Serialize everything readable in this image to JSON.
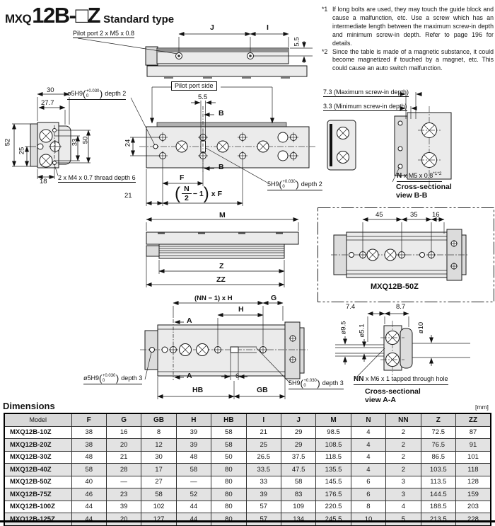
{
  "header": {
    "brand": "MXQ",
    "model_big": "12B-",
    "square": "□",
    "model_end": "Z",
    "subtitle": "Standard type"
  },
  "notes": [
    {
      "marker": "*1",
      "text": "If long bolts are used, they may touch the guide block and cause a malfunction, etc. Use a screw which has an intermediate length between the maximum screw-in depth and minimum screw-in depth. Refer to page 196 for details."
    },
    {
      "marker": "*2",
      "text": "Since the table is made of a magnetic substance, it could become magnetized if touched by a magnet, etc. This could cause an auto switch malfunction."
    }
  ],
  "labels": {
    "pilot_port": "Pilot port 2 x M5 x 0.8",
    "J": "J",
    "I": "I",
    "d5_5_top": "5.5",
    "d30": "30",
    "d27_7": "27.7",
    "d52": "52",
    "d25": "25",
    "d33": "33",
    "d50": "50",
    "d18": "18",
    "thread_m4": "2 x M4 x 0.7 thread depth 6",
    "pilot_port_side": "Pilot port side",
    "d5_5_plan": "5.5",
    "B": "B",
    "d24": "24",
    "F": "F",
    "d21": "21",
    "formula": {
      "open": "(",
      "num": "N",
      "den": "2",
      "rest": "− 1",
      "close": ")",
      "times": "x",
      "F": "F"
    },
    "bore_d2": {
      "pre": "ø5H9",
      "lp": "(",
      "tol_top": "+0.030",
      "tol_bot": "0",
      "rp": ")",
      "suf": "depth 2"
    },
    "key_d2": {
      "pre": "5H9",
      "lp": "(",
      "tol_top": "+0.030",
      "tol_bot": "0",
      "rp": ")",
      "suf": "depth 2"
    },
    "bore_d3": {
      "pre": "ø5H9",
      "lp": "(",
      "tol_top": "+0.030",
      "tol_bot": "0",
      "rp": ")",
      "suf": "depth 3"
    },
    "key_d3": {
      "pre": "5H9",
      "lp": "(",
      "tol_top": "+0.030",
      "tol_bot": "0",
      "rp": ")",
      "suf": "depth 3"
    },
    "bb": {
      "max": "7.3 (Maximum screw-in depth)",
      "min": "3.3 (Minimum screw-in depth)",
      "n": "N",
      "n_rest": " x M5 x 0.8",
      "n_sup": "*1*2",
      "cap1": "Cross-sectional",
      "cap2": "view B-B"
    },
    "side": {
      "M": "M",
      "Z": "Z",
      "ZZ": "ZZ"
    },
    "box50": {
      "d45": "45",
      "d35": "35",
      "d16": "16",
      "model": "MXQ12B-50Z"
    },
    "bottom": {
      "nn_h": "(NN − 1) x H",
      "G": "G",
      "H": "H",
      "A": "A",
      "d6": "6",
      "HB": "HB",
      "GB": "GB"
    },
    "aa": {
      "d7_4": "7.4",
      "d8_7": "8.7",
      "dia9_5": "ø9.5",
      "dia5_1": "ø5.1",
      "dia10": "ø10",
      "nn": "NN",
      "nn_rest": " x M6 x 1 tapped through hole",
      "cap1": "Cross-sectional",
      "cap2": "view A-A"
    },
    "units": "[mm]"
  },
  "table": {
    "title": "Dimensions",
    "headers": [
      "Model",
      "F",
      "G",
      "GB",
      "H",
      "HB",
      "I",
      "J",
      "M",
      "N",
      "NN",
      "Z",
      "ZZ"
    ],
    "rows": [
      [
        "MXQ12B-10Z",
        "38",
        "16",
        "8",
        "39",
        "58",
        "21",
        "29",
        "98.5",
        "4",
        "2",
        "72.5",
        "87"
      ],
      [
        "MXQ12B-20Z",
        "38",
        "20",
        "12",
        "39",
        "58",
        "25",
        "29",
        "108.5",
        "4",
        "2",
        "76.5",
        "91"
      ],
      [
        "MXQ12B-30Z",
        "48",
        "21",
        "30",
        "48",
        "50",
        "26.5",
        "37.5",
        "118.5",
        "4",
        "2",
        "86.5",
        "101"
      ],
      [
        "MXQ12B-40Z",
        "58",
        "28",
        "17",
        "58",
        "80",
        "33.5",
        "47.5",
        "135.5",
        "4",
        "2",
        "103.5",
        "118"
      ],
      [
        "MXQ12B-50Z",
        "40",
        "—",
        "27",
        "—",
        "80",
        "33",
        "58",
        "145.5",
        "6",
        "3",
        "113.5",
        "128"
      ],
      [
        "MXQ12B-75Z",
        "46",
        "23",
        "58",
        "52",
        "80",
        "39",
        "83",
        "176.5",
        "6",
        "3",
        "144.5",
        "159"
      ],
      [
        "MXQ12B-100Z",
        "44",
        "39",
        "102",
        "44",
        "80",
        "57",
        "109",
        "220.5",
        "8",
        "4",
        "188.5",
        "203"
      ],
      [
        "MXQ12B-125Z",
        "44",
        "20",
        "127",
        "44",
        "80",
        "57",
        "134",
        "245.5",
        "10",
        "5",
        "213.5",
        "228"
      ]
    ]
  }
}
